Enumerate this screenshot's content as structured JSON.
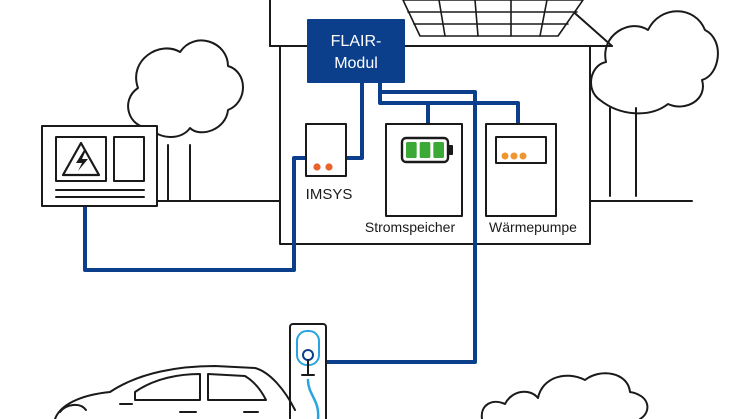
{
  "module": {
    "line1": "FLAIR-",
    "line2": "Modul"
  },
  "devices": {
    "imsys": "IMSYS",
    "storage": "Stromspeicher",
    "heatpump": "Wärmepumpe"
  },
  "icons": {
    "grid_cabinet": "electric-cabinet-icon",
    "high_voltage": "lightning-warning-icon",
    "solar": "solar-panel-icon",
    "battery": "battery-icon",
    "charger": "ev-charging-station-icon",
    "car": "electric-car-icon"
  },
  "colors": {
    "line": "#1a1a1a",
    "connection": "#0b3f8c",
    "module_fill": "#0b3f8c",
    "led_orange": "#e8642c",
    "dot_orange": "#f0952f",
    "battery_green": "#3aa935",
    "cable_light": "#2aa3e0"
  },
  "battery": {
    "level_fraction": 1.0,
    "cells": 3
  }
}
